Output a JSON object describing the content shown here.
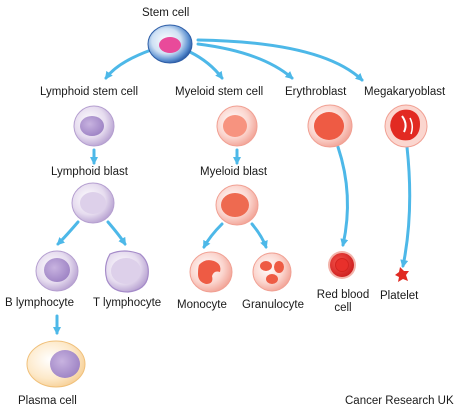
{
  "labels": {
    "stem_cell": "Stem cell",
    "lymphoid_stem_cell": "Lymphoid stem cell",
    "myeloid_stem_cell": "Myeloid stem cell",
    "erythroblast": "Erythroblast",
    "megakaryoblast": "Megakaryoblast",
    "lymphoid_blast": "Lymphoid blast",
    "myeloid_blast": "Myeloid blast",
    "b_lymphocyte": "B lymphocyte",
    "t_lymphocyte": "T lymphocyte",
    "monocyte": "Monocyte",
    "granulocyte": "Granulocyte",
    "red_blood_cell_line1": "Red blood",
    "red_blood_cell_line2": "cell",
    "platelet": "Platelet",
    "plasma_cell": "Plasma cell"
  },
  "credit": "Cancer Research UK",
  "colors": {
    "arrow": "#4db8e8",
    "lymphoid_cell": "#c9b6dd",
    "lymphoid_nucleus": "#a58bc9",
    "myeloid_cell": "#f6b3a7",
    "myeloid_nucleus": "#ec6d57",
    "red_cell": "#e8302b",
    "stem_outer": "#2f6db5",
    "stem_nucleus": "#e94a9a",
    "plasma_cell": "#f9ddb2"
  }
}
